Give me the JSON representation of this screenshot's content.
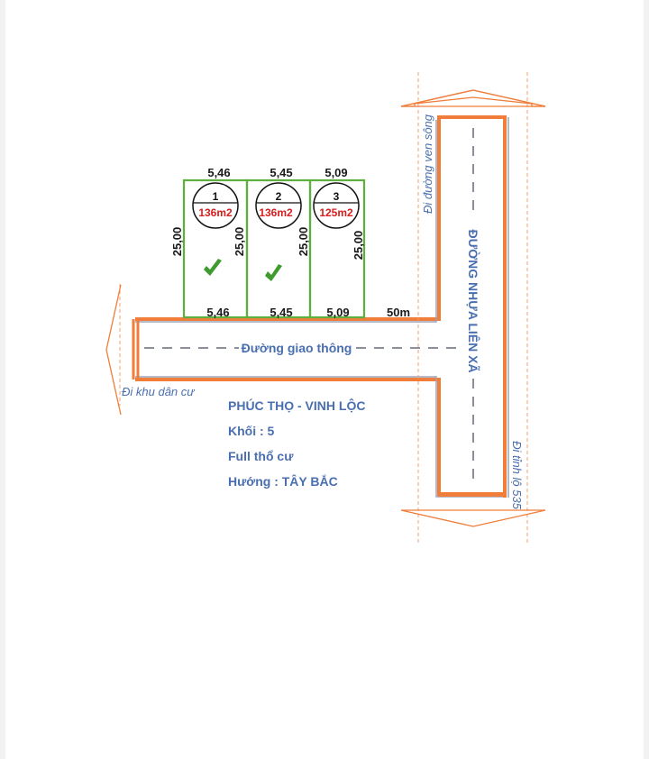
{
  "lots": [
    {
      "number": "1",
      "area": "136m2",
      "top_width": "5,46",
      "bottom_width": "5,46",
      "depth": "25,00",
      "marked": true
    },
    {
      "number": "2",
      "area": "136m2",
      "top_width": "5,45",
      "bottom_width": "5,45",
      "depth": "25,00",
      "marked": true
    },
    {
      "number": "3",
      "area": "125m2",
      "top_width": "5,09",
      "bottom_width": "5,09",
      "depth": "25,00",
      "marked": false
    }
  ],
  "right_depth": "25,00",
  "distance_label": "50m",
  "roads": {
    "horizontal": "Đường giao thông",
    "vertical_main": "ĐƯỜNG NHỰA LIÊN XÃ",
    "to_residential": "Đi khu dân cư",
    "to_riverside": "Đi đường ven sông",
    "to_provincial": "Đi tỉnh lộ 535"
  },
  "info": {
    "location": "PHÚC THỌ - VINH LỘC",
    "block": "Khối : 5",
    "land_type": "Full thổ cư",
    "direction": "Hướng : TÂY BẮC"
  },
  "colors": {
    "road_edge": "#f07d3a",
    "road_inner": "#9aa4b8",
    "lot_border": "#5db040",
    "text_blue": "#4a6fb0",
    "area_red": "#d81e1e",
    "check_green": "#3f9b2f"
  }
}
